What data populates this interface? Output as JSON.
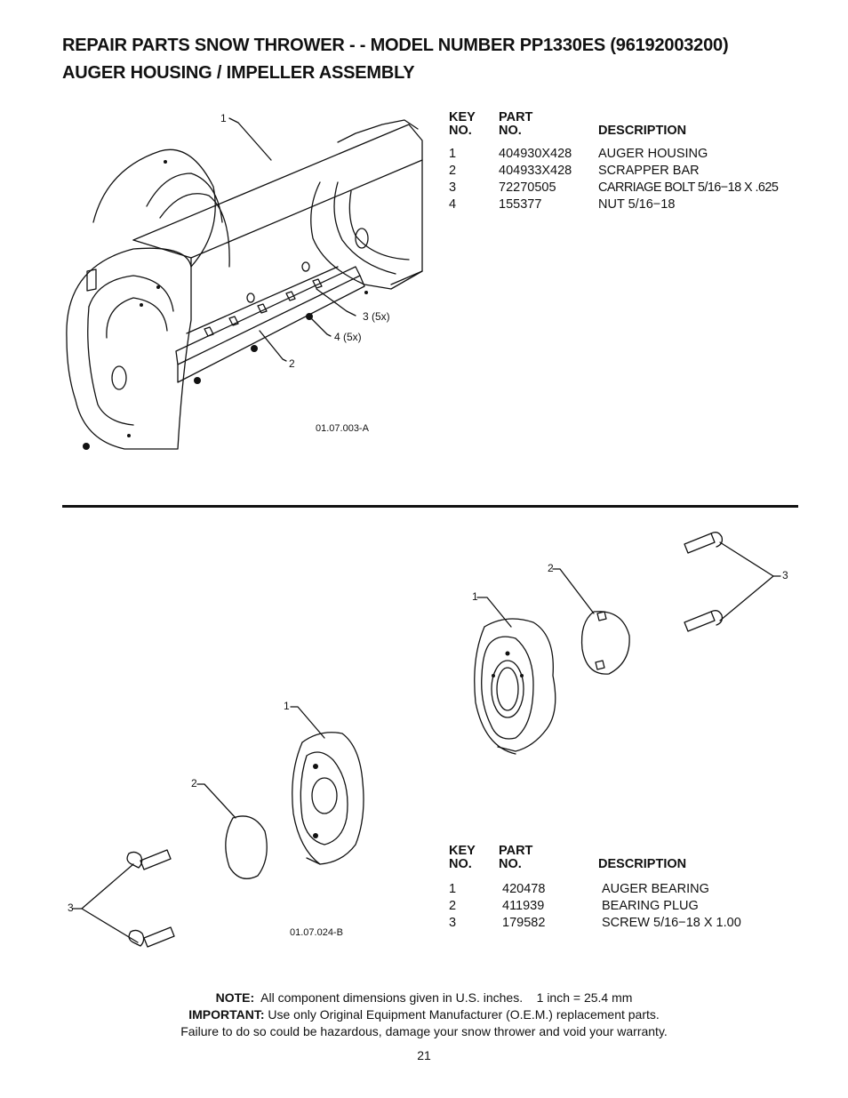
{
  "title": {
    "line1": "REPAIR PARTS  SNOW THROWER - - MODEL NUMBER  PP1330ES (96192003200)",
    "line2": "AUGER HOUSING / IMPELLER ASSEMBLY"
  },
  "table1": {
    "headers": {
      "key": [
        "KEY",
        "NO."
      ],
      "part": [
        "PART",
        "NO."
      ],
      "desc": "DESCRIPTION"
    },
    "rows": [
      {
        "key": "1",
        "part": "404930X428",
        "desc": "AUGER HOUSING"
      },
      {
        "key": "2",
        "part": "404933X428",
        "desc": "SCRAPPER BAR"
      },
      {
        "key": "3",
        "part": "72270505",
        "desc": "CARRIAGE BOLT 5/16−18 X .625"
      },
      {
        "key": "4",
        "part": "155377",
        "desc": "NUT 5/16−18"
      }
    ]
  },
  "figure1": {
    "code": "01.07.003-A",
    "callouts": [
      "1",
      "3 (5x)",
      "4 (5x)",
      "2"
    ]
  },
  "figure2": {
    "code": "01.07.024-B",
    "callouts_left": [
      "1",
      "2",
      "3"
    ],
    "callouts_right": [
      "2",
      "1",
      "3"
    ]
  },
  "table2": {
    "headers": {
      "key": [
        "KEY",
        "NO."
      ],
      "part": [
        "PART",
        "NO."
      ],
      "desc": "DESCRIPTION"
    },
    "rows": [
      {
        "key": "1",
        "part": "420478",
        "desc": "AUGER BEARING"
      },
      {
        "key": "2",
        "part": "411939",
        "desc": "BEARING PLUG"
      },
      {
        "key": "3",
        "part": "179582",
        "desc": "SCREW 5/16−18 X 1.00"
      }
    ]
  },
  "note": {
    "note_label": "NOTE:",
    "note_text": "All component dimensions given in U.S. inches.    1 inch = 25.4 mm",
    "important_label": "IMPORTANT:",
    "important_text": "Use only Original Equipment Manufacturer (O.E.M.) replacement parts.",
    "warning_text": "Failure to do so could be hazardous, damage your snow thrower and void your warranty."
  },
  "page_number": "21"
}
